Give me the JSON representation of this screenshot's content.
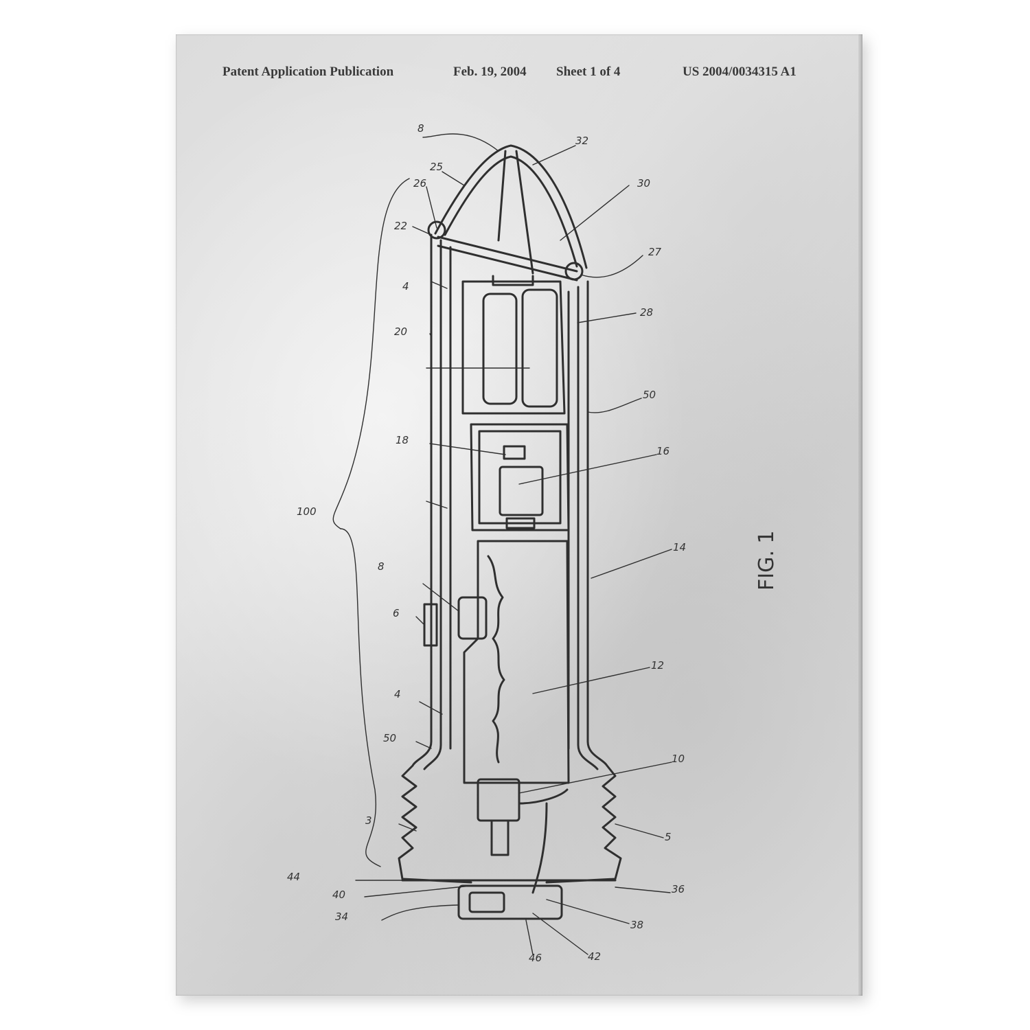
{
  "header": {
    "publication": "Patent Application Publication",
    "date": "Feb. 19, 2004",
    "sheet": "Sheet 1 of 4",
    "number": "US 2004/0034315 A1"
  },
  "figure": {
    "label": "FIG. 1"
  },
  "reference_numerals": [
    "8",
    "32",
    "30",
    "26",
    "25",
    "22",
    "27",
    "4",
    "28",
    "20",
    "50",
    "18",
    "16",
    "100",
    "14",
    "8",
    "6",
    "12",
    "4",
    "50",
    "10",
    "3",
    "5",
    "44",
    "40",
    "34",
    "36",
    "38",
    "42",
    "46"
  ]
}
